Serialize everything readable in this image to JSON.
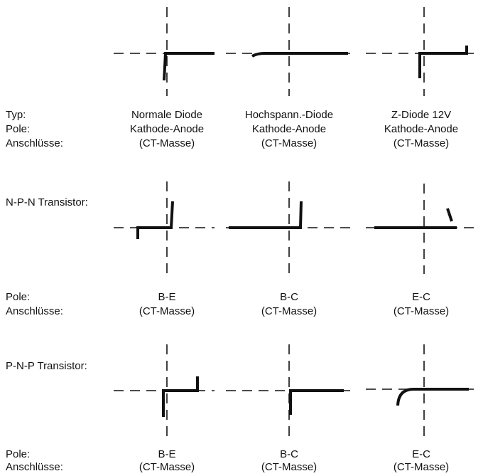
{
  "diode_section": {
    "labels": {
      "typ": "Typ:",
      "pole": "Pole:",
      "anschluesse": "Anschlüsse:"
    },
    "columns": [
      {
        "typ": "Normale Diode",
        "pole": "Kathode-Anode",
        "anschluesse": "(CT-Masse)"
      },
      {
        "typ": "Hochspann.-Diode",
        "pole": "Kathode-Anode",
        "anschluesse": "(CT-Masse)"
      },
      {
        "typ": "Z-Diode 12V",
        "pole": "Kathode-Anode",
        "anschluesse": "(CT-Masse)"
      }
    ]
  },
  "npn_section": {
    "title": "N-P-N Transistor:",
    "labels": {
      "pole": "Pole:",
      "anschluesse": "Anschlüsse:"
    },
    "columns": [
      {
        "pole": "B-E",
        "anschluesse": "(CT-Masse)"
      },
      {
        "pole": "B-C",
        "anschluesse": "(CT-Masse)"
      },
      {
        "pole": "E-C",
        "anschluesse": "(CT-Masse)"
      }
    ]
  },
  "pnp_section": {
    "title": "P-N-P Transistor:",
    "labels": {
      "pole": "Pole:",
      "anschluesse": "Anschlüsse:"
    },
    "columns": [
      {
        "pole": "B-E",
        "anschluesse": "(CT-Masse)"
      },
      {
        "pole": "B-C",
        "anschluesse": "(CT-Masse)"
      },
      {
        "pole": "E-C",
        "anschluesse": "(CT-Masse)"
      }
    ]
  },
  "colors": {
    "ink": "#111111",
    "background": "#ffffff"
  }
}
